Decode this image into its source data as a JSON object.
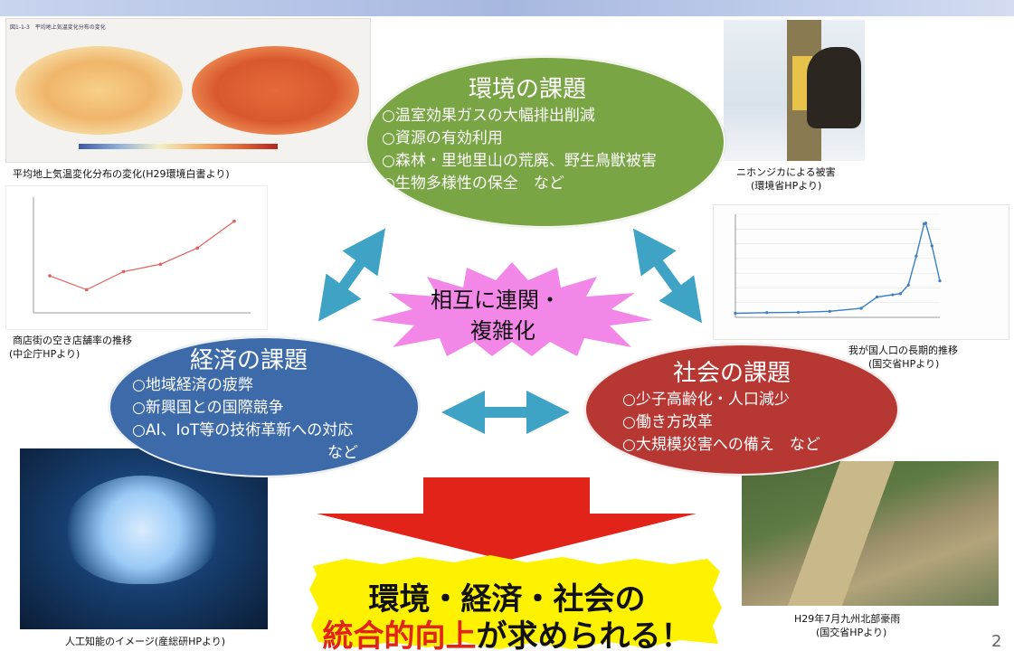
{
  "figures": {
    "climate": {
      "header": "図1-1-3　平均地上気温変化分布の変化",
      "caption": "平均地上気温変化分布の変化(H29環境白書より)"
    },
    "shops": {
      "caption_line1": "商店街の空き店舗率の推移",
      "caption_line2": "(中企庁HPより)",
      "chart_data": {
        "type": "line",
        "x": [
          "1",
          "2",
          "3",
          "4",
          "5",
          "6"
        ],
        "values": [
          8.0,
          5.0,
          8.9,
          10.5,
          14.0,
          19.8
        ],
        "ylim": [
          0,
          25
        ]
      }
    },
    "deer": {
      "caption_line1": "ニホンジカによる被害",
      "caption_line2": "(環境省HPより)"
    },
    "population": {
      "caption_line1": "我が国人口の長期的推移",
      "caption_line2": "(国交省HPより)",
      "chart_data": {
        "type": "line",
        "x": [
          800,
          1000,
          1200,
          1400,
          1600,
          1700,
          1800,
          1850,
          1900,
          1950,
          2000,
          2010,
          2050,
          2100
        ],
        "values": [
          551,
          644,
          684,
          818,
          1227,
          2769,
          3065,
          3228,
          4385,
          8320,
          12693,
          12806,
          9708,
          4959
        ],
        "xlim": [
          800,
          2100
        ],
        "ylim": [
          0,
          14000
        ]
      }
    },
    "ai": {
      "caption": "人工知能のイメージ(産総研HPより)"
    },
    "flood": {
      "caption_line1": "H29年7月九州北部豪雨",
      "caption_line2": "(国交省HPより)"
    }
  },
  "environment": {
    "title": "環境の課題",
    "items": [
      "○温室効果ガスの大幅排出削減",
      "○資源の有効利用",
      "○森林・里地里山の荒廃、野生鳥獣被害",
      "○生物多様性の保全　など"
    ]
  },
  "economy": {
    "title": "経済の課題",
    "items": [
      "○地域経済の疲弊",
      "○新興国との国際競争",
      "○AI、IoT等の技術革新への対応"
    ],
    "tail": "など"
  },
  "society": {
    "title": "社会の課題",
    "items": [
      "○少子高齢化・人口減少",
      "○働き方改革",
      "○大規模災害への備え　など"
    ]
  },
  "center": {
    "line1": "相互に連関・",
    "line2": "複雑化"
  },
  "result": {
    "line1": "環境・経済・社会の",
    "highlight": "統合的向上",
    "line2_rest": "が求められる！"
  },
  "page_number": "2",
  "colors": {
    "environment": "#79a544",
    "economy": "#3d6aa9",
    "society": "#b73733",
    "arrow_teal": "#3fa3c6",
    "burst": "#f287e8",
    "red_arrow": "#e2231a",
    "yellow": "#fff200"
  }
}
